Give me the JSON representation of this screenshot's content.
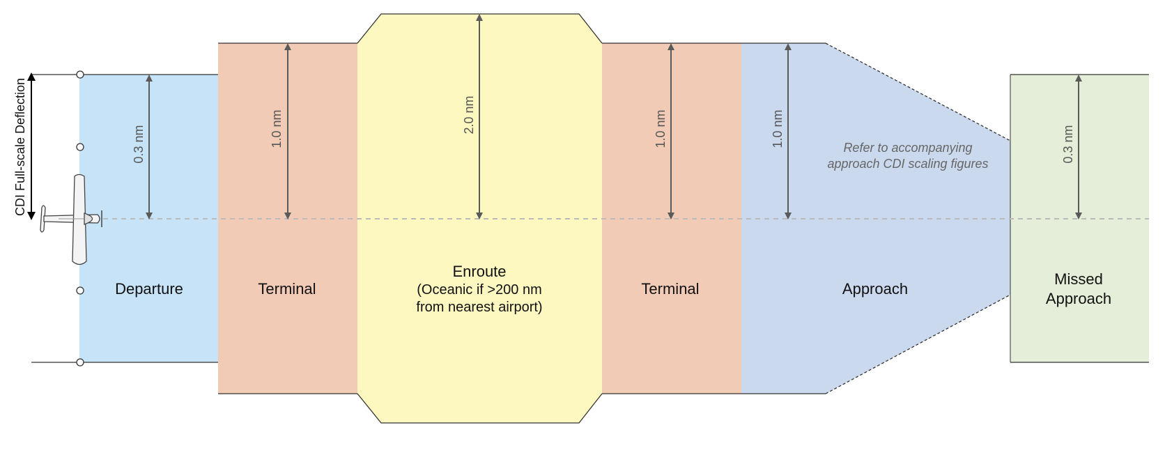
{
  "axis_label": "CDI Full-scale Deflection",
  "phases": [
    {
      "name": "departure",
      "label": "Departure",
      "dimension": "0.3 nm",
      "color": "#c6e3f7"
    },
    {
      "name": "terminal-1",
      "label": "Terminal",
      "dimension": "1.0 nm",
      "color": "#f2cbb7"
    },
    {
      "name": "enroute",
      "label": "Enroute",
      "sub1": "(Oceanic if >200 nm",
      "sub2": "from nearest airport)",
      "dimension": "2.0 nm",
      "color": "#fdf8c0"
    },
    {
      "name": "terminal-2",
      "label": "Terminal",
      "dimension": "1.0 nm",
      "color": "#f2cbb7"
    },
    {
      "name": "approach",
      "label": "Approach",
      "dimension": "1.0 nm",
      "note1": "Refer to accompanying",
      "note2": "approach CDI scaling figures",
      "color": "#cbd9ee"
    },
    {
      "name": "missed-approach",
      "label1": "Missed",
      "label2": "Approach",
      "dimension": "0.3 nm",
      "color": "#e5eed8"
    }
  ],
  "colors": {
    "arrow": "#5a5a5a",
    "outline": "#333333",
    "centerline": "#bbbbbb"
  }
}
